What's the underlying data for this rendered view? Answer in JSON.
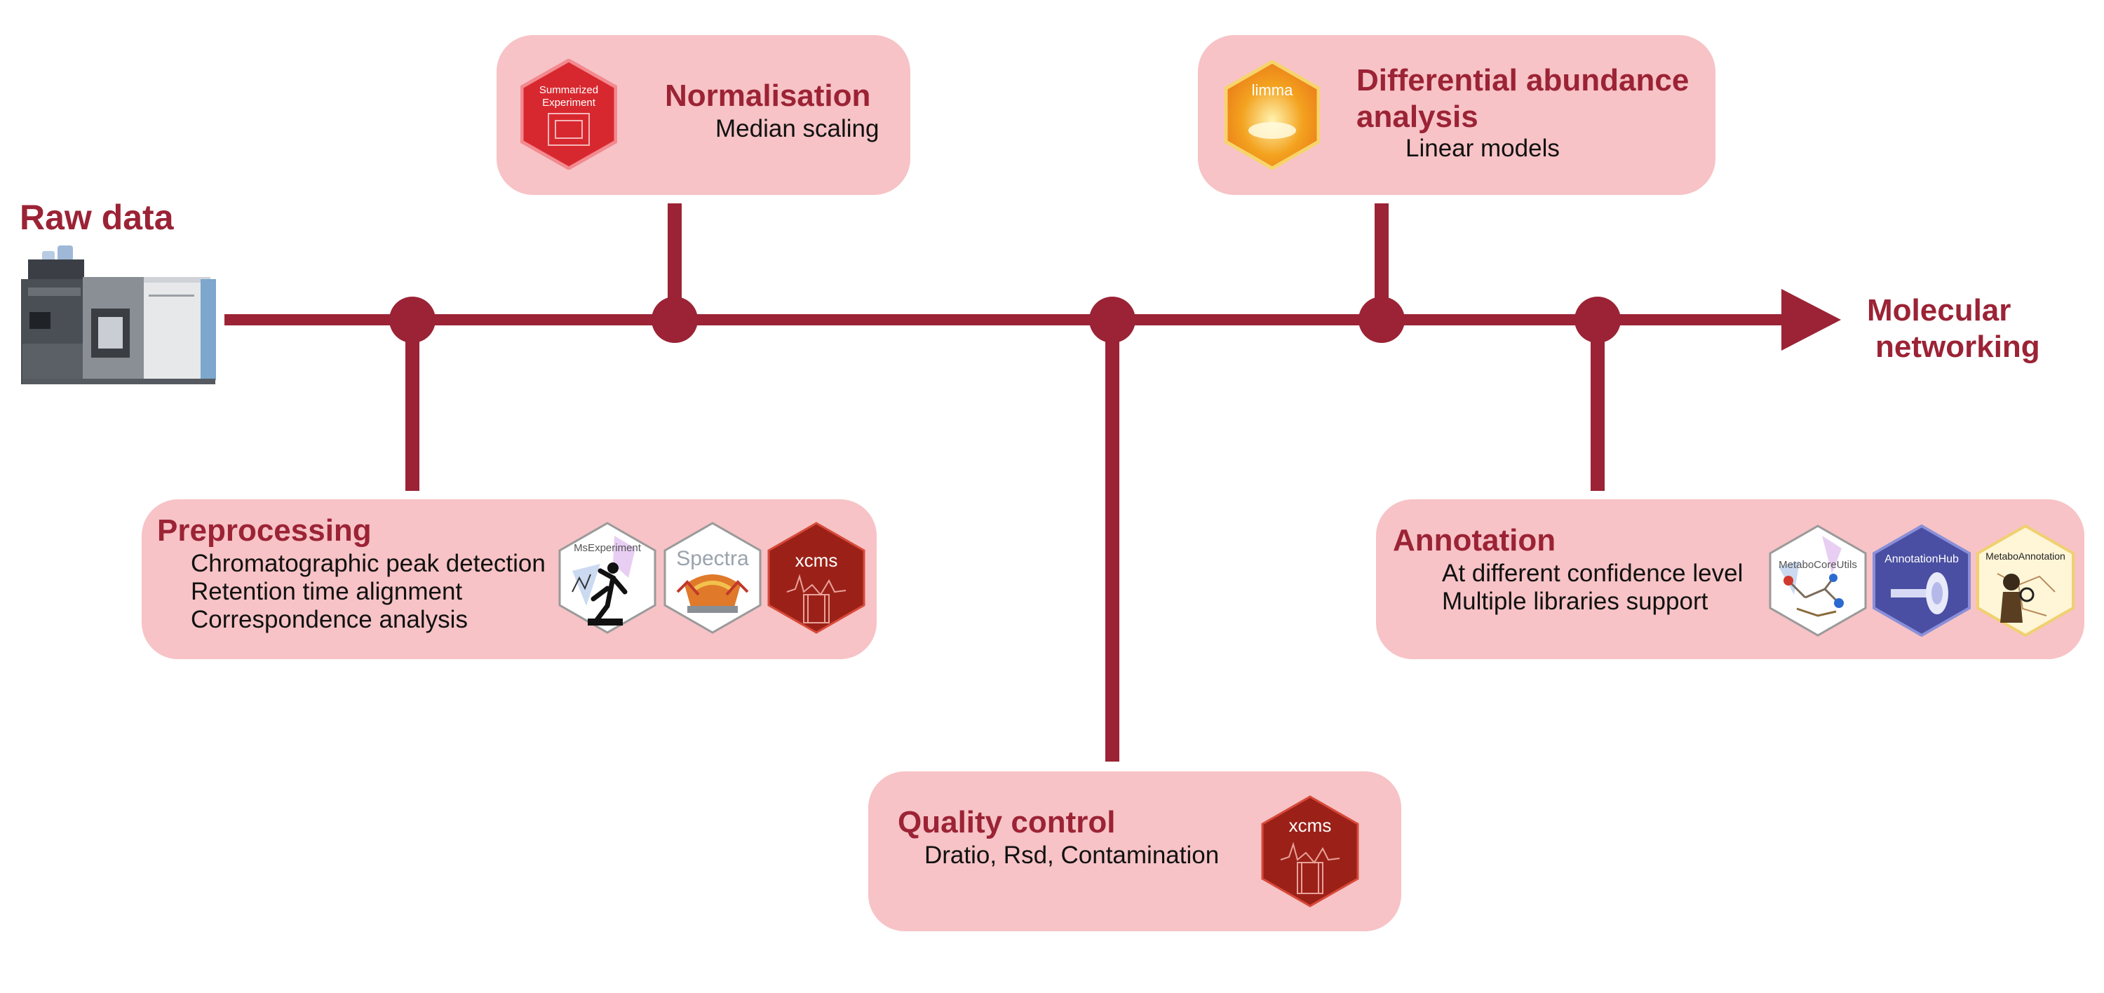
{
  "colors": {
    "accent": "#9b2335",
    "box_fill": "#f7c3c6",
    "text": "#111111"
  },
  "start": {
    "title": "Raw data",
    "icon": "mass-spectrometer-icon"
  },
  "end": {
    "line1": "Molecular",
    "line2": "networking"
  },
  "steps": {
    "normalisation": {
      "title": "Normalisation",
      "items": [
        "Median scaling"
      ],
      "logos": [
        {
          "name": "SummarizedExperiment",
          "label1": "Summarized",
          "label2": "Experiment",
          "color": "#d8282f"
        }
      ]
    },
    "dea": {
      "title1": "Differential abundance",
      "title2": "analysis",
      "items": [
        "Linear models"
      ],
      "logos": [
        {
          "name": "limma",
          "label": "limma",
          "color": "#f08a1c"
        }
      ]
    },
    "preprocessing": {
      "title": "Preprocessing",
      "items": [
        "Chromatographic peak detection",
        "Retention time alignment",
        "Correspondence analysis"
      ],
      "logos": [
        {
          "name": "MsExperiment",
          "label": "MsExperiment",
          "color": "#ffffff"
        },
        {
          "name": "Spectra",
          "label": "Spectra",
          "color": "#ffffff"
        },
        {
          "name": "xcms",
          "label": "xcms",
          "color": "#9b2118"
        }
      ]
    },
    "quality_control": {
      "title": "Quality control",
      "items": [
        "Dratio, Rsd, Contamination"
      ],
      "logos": [
        {
          "name": "xcms",
          "label": "xcms",
          "color": "#9b2118"
        }
      ]
    },
    "annotation": {
      "title": "Annotation",
      "items": [
        "At different confidence level",
        "Multiple libraries support"
      ],
      "logos": [
        {
          "name": "MetaboCoreUtils",
          "label": "MetaboCoreUtils",
          "color": "#ffffff"
        },
        {
          "name": "AnnotationHub",
          "label": "AnnotationHub",
          "color": "#4a4fa3"
        },
        {
          "name": "MetaboAnnotation",
          "label": "MetaboAnnotation",
          "color": "#fff6d8"
        }
      ]
    }
  }
}
